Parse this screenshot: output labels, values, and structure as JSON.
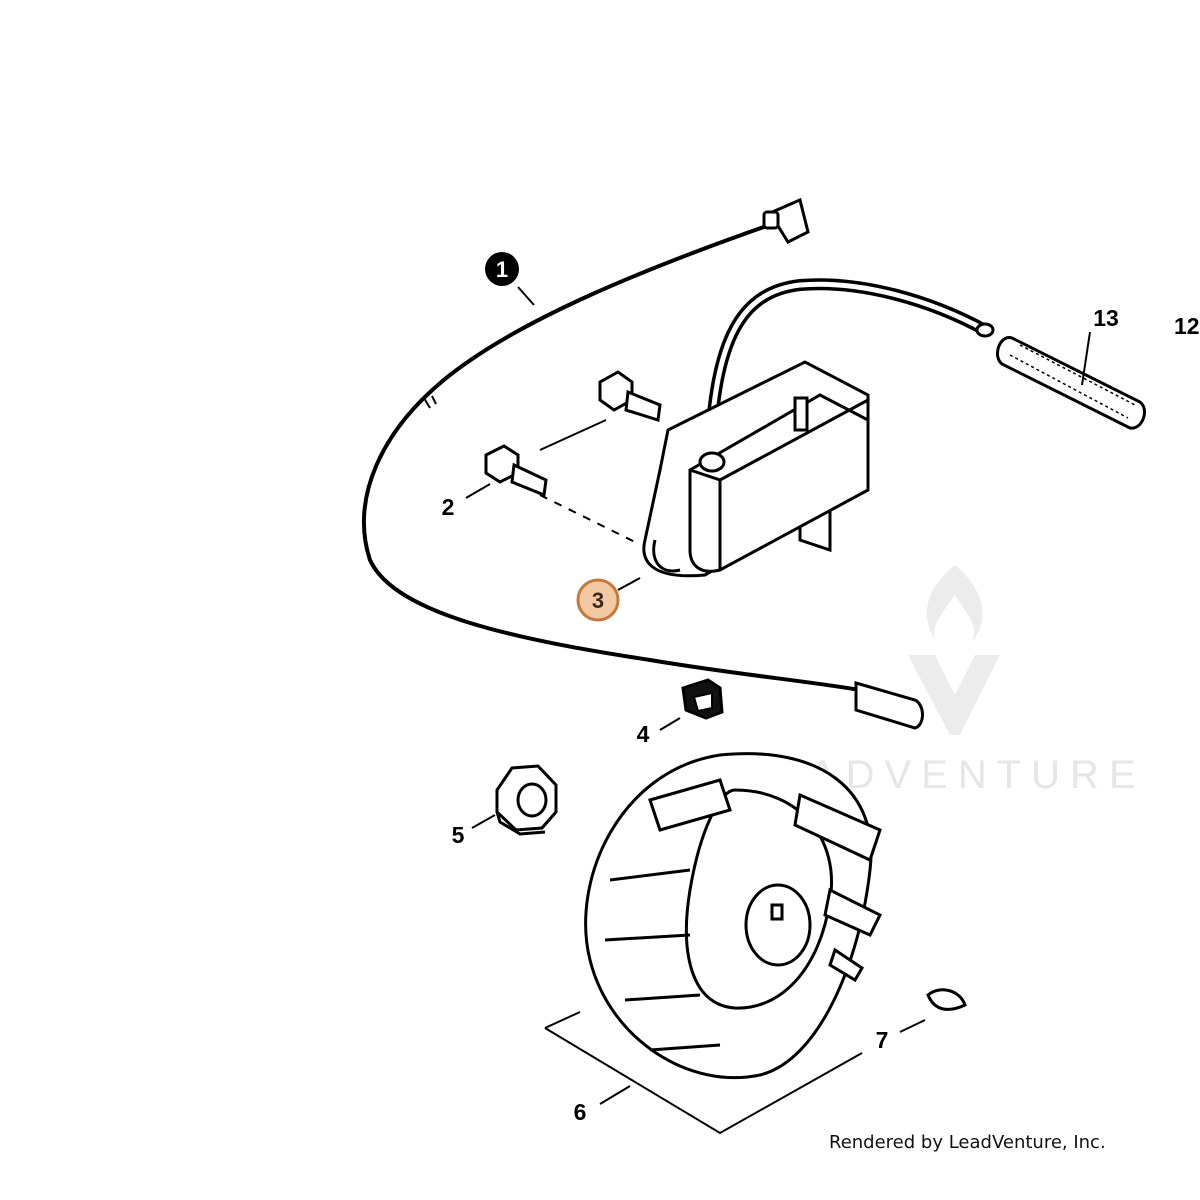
{
  "diagram": {
    "callouts": [
      {
        "id": "1",
        "label": "1",
        "style": "filled-black"
      },
      {
        "id": "2",
        "label": "2",
        "style": "plain"
      },
      {
        "id": "3",
        "label": "3",
        "style": "highlighted",
        "highlight_color": "#f2c9a3",
        "highlight_border": "#c47a3c"
      },
      {
        "id": "4",
        "label": "4",
        "style": "plain"
      },
      {
        "id": "5",
        "label": "5",
        "style": "plain"
      },
      {
        "id": "6",
        "label": "6",
        "style": "plain"
      },
      {
        "id": "7",
        "label": "7",
        "style": "plain"
      },
      {
        "id": "12",
        "label": "12",
        "style": "plain"
      },
      {
        "id": "13",
        "label": "13",
        "style": "plain"
      }
    ],
    "parts": [
      {
        "callout": "1",
        "icon": "ignition-cable-icon"
      },
      {
        "callout": "2",
        "icon": "stud-bolt-icon"
      },
      {
        "callout": "3",
        "icon": "ignition-module-icon"
      },
      {
        "callout": "4",
        "icon": "cable-clip-icon"
      },
      {
        "callout": "5",
        "icon": "flange-nut-icon"
      },
      {
        "callout": "6",
        "icon": "flywheel-icon"
      },
      {
        "callout": "7",
        "icon": "woodruff-key-icon"
      },
      {
        "callout": "13",
        "icon": "spring-sleeve-icon"
      }
    ],
    "colors": {
      "line": "#000000",
      "background": "#ffffff",
      "watermark": "#e6e6e6"
    }
  },
  "watermark": {
    "text": "LEADVENTURE",
    "icon": "flame-logo-icon"
  },
  "footer": {
    "credit": "Rendered by LeadVenture, Inc."
  }
}
